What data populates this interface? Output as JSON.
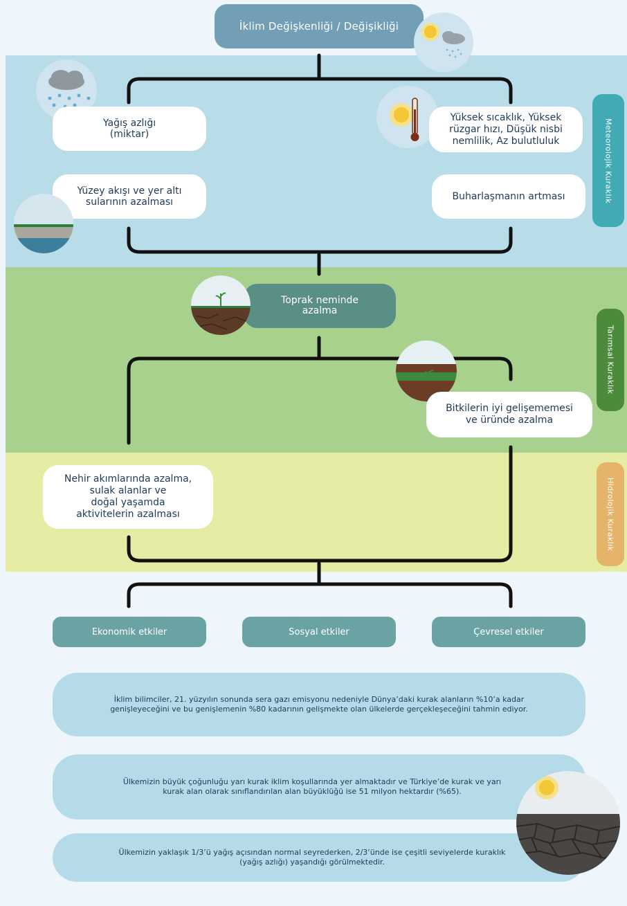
{
  "title": "İklim Değişkenliği / Değişikliği",
  "meteorological": {
    "tab": "Meteorolojik Kuraklık",
    "items": [
      "Yağış azlığı\n(miktar)",
      "Yüksek sıcaklık, Yüksek\nrüzgar hızı, Düşük nisbi\nnemlilik, Az bulutluluk",
      "Yüzey akışı ve yer altı\nsularının azalması",
      "Buharlaşmanın artması"
    ]
  },
  "agricultural": {
    "tab": "Tarımsal Kuraklık",
    "soil": "Toprak neminde\nazalma",
    "crops": "Bitkilerin iyi gelişememesi\nve üründe azalma"
  },
  "hydrological": {
    "tab": "Hidrolojik Kuraklık",
    "item": "Nehir akımlarında azalma,\nsulak alanlar ve\ndoğal yaşamda\naktivitelerin azalması"
  },
  "impacts": [
    "Ekonomik etkiler",
    "Sosyal etkiler",
    "Çevresel etkiler"
  ],
  "info": [
    "İklim bilimciler, 21. yüzyılın sonunda sera gazı emisyonu nedeniyle Dünya’daki kurak alanların %10’a kadar genişleyeceğini ve bu genişlemenin %80 kadarının gelişmekte olan ülkelerde gerçekleşeceğini tahmin ediyor.",
    "Ülkemizin büyük çoğunluğu yarı kurak iklim koşullarında yer almaktadır ve Türkiye’de kurak ve yarı kurak alan olarak sınıflandırılan alan büyüklüğü ise 51 milyon hektardır (%65).",
    "Ülkemizin yaklaşık 1/3’ü yağış açısından normal seyrederken, 2/3’ünde ise çeşitli seviyelerde kuraklık (yağış azlığı) yaşandığı görülmektedir."
  ],
  "colors": {
    "meteo_band": "#b9dde8",
    "agri_band": "#a8d18d",
    "hydro_band": "#e6eca4",
    "meteo_tab": "#41aab5",
    "agri_tab": "#4c8a3c",
    "hydro_tab": "#e6b36a",
    "title_box": "#729eb6",
    "soil_box": "#5a8f86",
    "impact_box": "#6ba3a4"
  }
}
